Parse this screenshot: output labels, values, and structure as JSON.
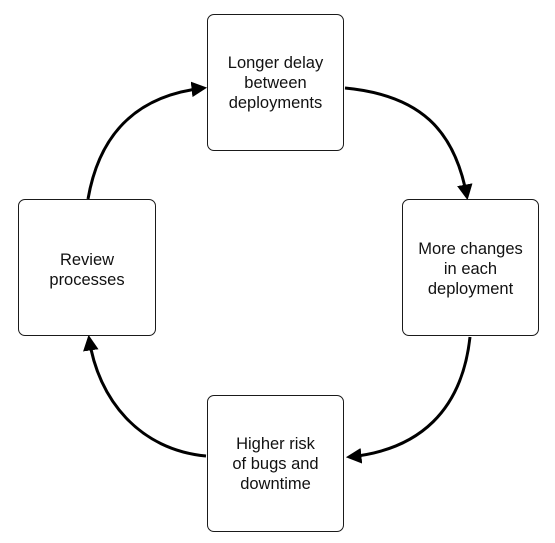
{
  "diagram": {
    "nodes": [
      {
        "id": "longer-delay",
        "label": "Longer delay\nbetween\ndeployments"
      },
      {
        "id": "more-changes",
        "label": "More changes\nin each\ndeployment"
      },
      {
        "id": "higher-risk",
        "label": "Higher risk\nof bugs and\ndowntime"
      },
      {
        "id": "review-processes",
        "label": "Review\nprocesses"
      }
    ],
    "edges": [
      {
        "from": "longer-delay",
        "to": "more-changes"
      },
      {
        "from": "more-changes",
        "to": "higher-risk"
      },
      {
        "from": "higher-risk",
        "to": "review-processes"
      },
      {
        "from": "review-processes",
        "to": "longer-delay"
      }
    ],
    "colors": {
      "stroke": "#000000",
      "box_border": "#1a1a1a",
      "text": "#111111",
      "background": "#ffffff"
    }
  }
}
